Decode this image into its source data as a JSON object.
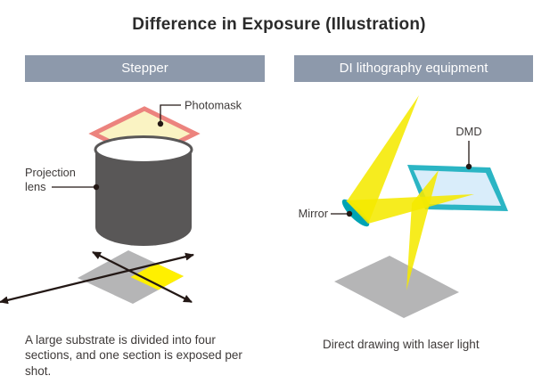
{
  "title": "Difference in Exposure (Illustration)",
  "panels": {
    "stepper": {
      "header": "Stepper",
      "labels": {
        "photomask": "Photomask",
        "projection_line1": "Projection",
        "projection_line2": "lens"
      },
      "caption": "A large substrate is divided into four sections, and one section is exposed per shot."
    },
    "di": {
      "header": "DI lithography equipment",
      "labels": {
        "dmd": "DMD",
        "mirror": "Mirror"
      },
      "caption": "Direct drawing with laser light"
    }
  },
  "colors": {
    "header_bar": "#8d99ab",
    "header_text": "#ffffff",
    "title_text": "#2b2b2b",
    "label_text": "#3e3a39",
    "photomask_border": "#ec837e",
    "photomask_fill": "#faf3c3",
    "lens_body": "#595757",
    "substrate_gray": "#b5b5b6",
    "exposed_yellow": "#fff000",
    "laser_yellow": "#f5e900",
    "mirror_teal": "#00a3b4",
    "dmd_border": "#2bb5c4",
    "dmd_face": "#d9edfa",
    "arrow_ink": "#231815"
  }
}
